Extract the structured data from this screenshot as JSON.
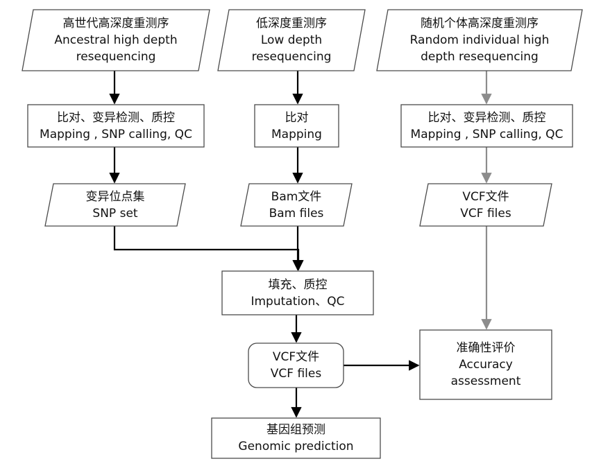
{
  "diagram": {
    "nodes": {
      "ancestral_seq": {
        "shape": "parallelogram",
        "lines": [
          "高世代高深度重测序",
          "Ancestral high depth",
          "resequencing"
        ]
      },
      "low_depth_seq": {
        "shape": "parallelogram",
        "lines": [
          "低深度重测序",
          "Low depth",
          "resequencing"
        ]
      },
      "random_seq": {
        "shape": "parallelogram",
        "lines": [
          "随机个体高深度重测序",
          "Random individual high",
          "depth resequencing"
        ]
      },
      "align_left": {
        "shape": "rectangle",
        "lines": [
          "比对、变异检测、质控",
          "Mapping , SNP calling, QC"
        ]
      },
      "align_mid": {
        "shape": "rectangle",
        "lines": [
          "比对",
          "Mapping"
        ]
      },
      "align_right": {
        "shape": "rectangle",
        "lines": [
          "比对、变异检测、质控",
          "Mapping , SNP calling, QC"
        ]
      },
      "snp_set": {
        "shape": "parallelogram",
        "lines": [
          "变异位点集",
          "SNP set"
        ]
      },
      "bam_files": {
        "shape": "parallelogram",
        "lines": [
          "Bam文件",
          "Bam files"
        ]
      },
      "vcf_right": {
        "shape": "parallelogram",
        "lines": [
          "VCF文件",
          "VCF files"
        ]
      },
      "imputation": {
        "shape": "rectangle",
        "lines": [
          "填充、质控",
          "Imputation、QC"
        ]
      },
      "vcf_mid": {
        "shape": "rounded-rectangle",
        "lines": [
          "VCF文件",
          "VCF files"
        ]
      },
      "accuracy": {
        "shape": "rectangle",
        "lines": [
          "准确性评价",
          "Accuracy",
          "assessment"
        ]
      },
      "genomic_prediction": {
        "shape": "rectangle",
        "lines": [
          "基因组预测",
          "Genomic prediction"
        ]
      }
    },
    "edges": [
      {
        "from": "ancestral_seq",
        "to": "align_left",
        "color": "#000000"
      },
      {
        "from": "align_left",
        "to": "snp_set",
        "color": "#000000"
      },
      {
        "from": "snp_set",
        "to": "imputation",
        "color": "#000000"
      },
      {
        "from": "low_depth_seq",
        "to": "align_mid",
        "color": "#000000"
      },
      {
        "from": "align_mid",
        "to": "bam_files",
        "color": "#000000"
      },
      {
        "from": "bam_files",
        "to": "imputation",
        "color": "#000000"
      },
      {
        "from": "imputation",
        "to": "vcf_mid",
        "color": "#000000"
      },
      {
        "from": "vcf_mid",
        "to": "genomic_prediction",
        "color": "#000000"
      },
      {
        "from": "vcf_mid",
        "to": "accuracy",
        "color": "#000000"
      },
      {
        "from": "random_seq",
        "to": "align_right",
        "color": "#8c8c8c"
      },
      {
        "from": "align_right",
        "to": "vcf_right",
        "color": "#8c8c8c"
      },
      {
        "from": "vcf_right",
        "to": "accuracy",
        "color": "#8c8c8c"
      }
    ],
    "colors": {
      "stroke": "#4a4a4a",
      "arrow_dark": "#000000",
      "arrow_gray": "#8c8c8c",
      "text": "#111111"
    }
  }
}
